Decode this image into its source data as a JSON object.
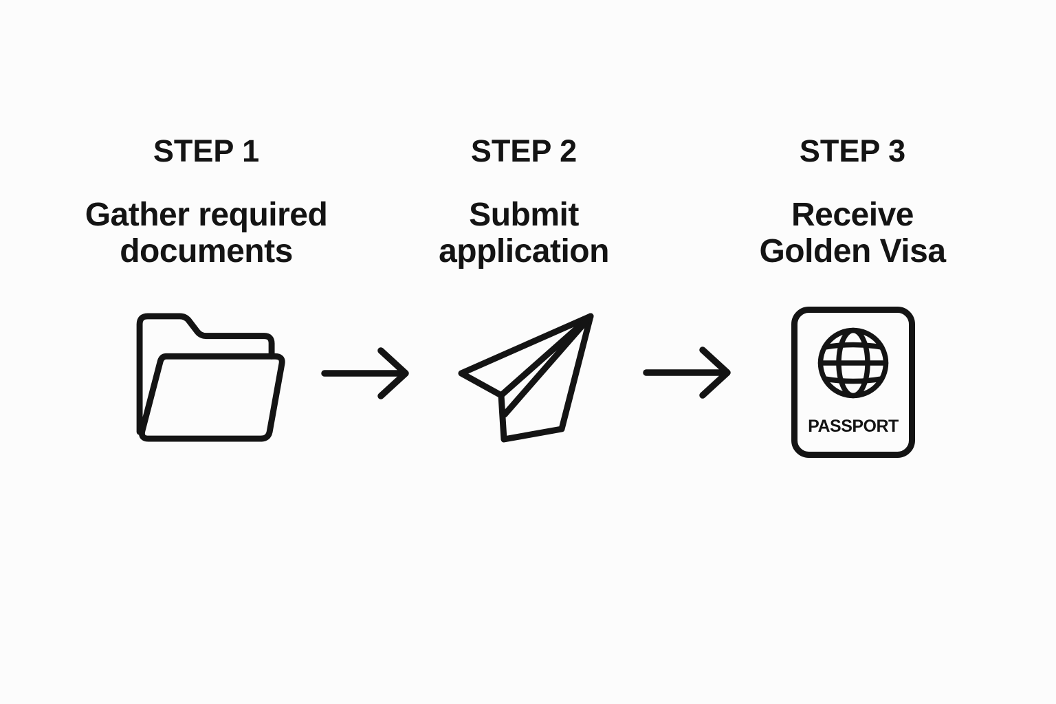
{
  "canvas": {
    "background": "#fcfcfc",
    "ink": "#141414"
  },
  "steps": [
    {
      "label": "STEP 1",
      "description": "Gather required\ndocuments",
      "icon": "open-folder-icon"
    },
    {
      "label": "STEP 2",
      "description": "Submit\napplication",
      "icon": "paper-plane-icon"
    },
    {
      "label": "STEP 3",
      "description": "Receive\nGolden Visa",
      "icon": "passport-icon"
    }
  ],
  "passport": {
    "label": "PASSPORT"
  },
  "connectors": [
    {
      "name": "arrow-right"
    },
    {
      "name": "arrow-right"
    }
  ]
}
